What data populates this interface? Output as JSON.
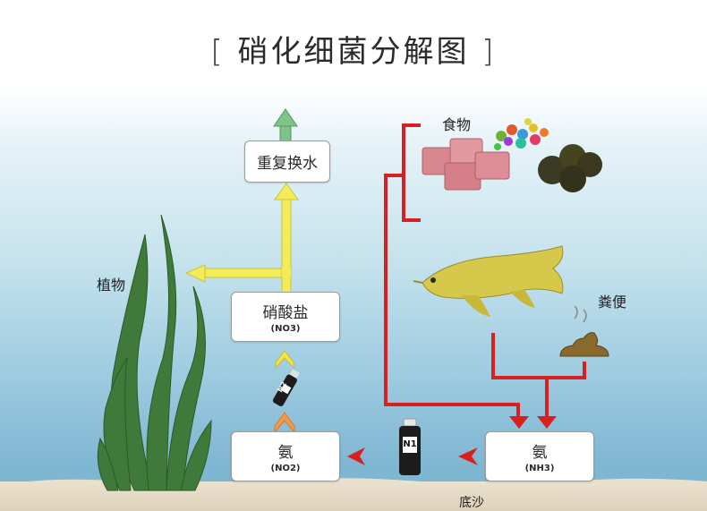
{
  "title": "硝化细菌分解图",
  "nodes": {
    "water_change": "重复换水",
    "nitrate": {
      "label": "硝酸盐",
      "formula": "(NO3)"
    },
    "nitrite": {
      "label": "氨",
      "formula": "(NO2)"
    },
    "ammonia": {
      "label": "氨",
      "formula": "(NH3)"
    }
  },
  "labels": {
    "food": "食物",
    "plants": "植物",
    "waste": "粪便",
    "substrate": "底沙"
  },
  "products": {
    "bottle_n1": "N1",
    "bottle_n2": "N2"
  },
  "colors": {
    "green_arrow": "#7fc28a",
    "yellow_arrow": "#f2ec5a",
    "red_arrow": "#d92020",
    "orange_chevron": "#f29a4a",
    "plant": "#3f7a3a"
  }
}
